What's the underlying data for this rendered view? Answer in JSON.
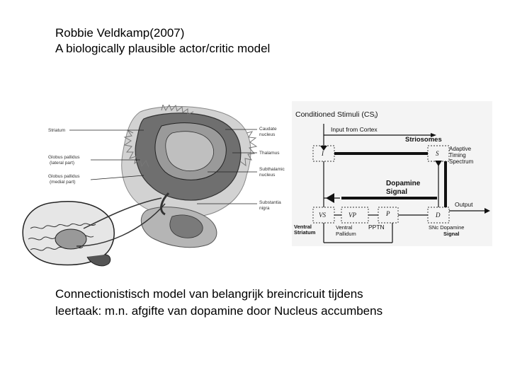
{
  "header": {
    "line1": "Robbie Veldkamp(2007)",
    "line2": "A biologically plausible actor/critic model"
  },
  "brain_figure": {
    "labels": {
      "left_top": "Striatum",
      "left_mid1": "Globus pallidus",
      "left_mid1b": "(lateral part)",
      "left_mid2": "Globus pallidus",
      "left_mid2b": "(medial part)",
      "right1": "Caudate",
      "right1b": "nucleus",
      "right2": "Thalamus",
      "right3": "Subthalamic",
      "right3b": "nucleus",
      "right4": "Substantia",
      "right4b": "nigra"
    }
  },
  "model_figure": {
    "top_label": "Conditioned Stimuli (CS",
    "top_label_sub": "i",
    "top_label_end": ")",
    "input_label": "Input from Cortex",
    "striosomes": "Striosomes",
    "adaptive": [
      "Adaptive",
      "Timing",
      "Spectrum"
    ],
    "dopamine_signal": [
      "Dopamine",
      "Signal"
    ],
    "output": "Output",
    "boxes": {
      "I": "I",
      "S": "S",
      "VS": "VS",
      "VP": "VP",
      "P": "P",
      "D": "D"
    },
    "ventral_striatum": [
      "Ventral",
      "Striatum"
    ],
    "ventral_pallidum": [
      "Ventral",
      "Pallidum"
    ],
    "pptn": "PPTN",
    "snc": [
      "SNc Dopamine",
      "Signal"
    ]
  },
  "caption": {
    "line1": "Connectionistisch model van belangrijk breincricuit tijdens",
    "line2": "leertaak: m.n. afgifte van dopamine door Nucleus accumbens"
  }
}
